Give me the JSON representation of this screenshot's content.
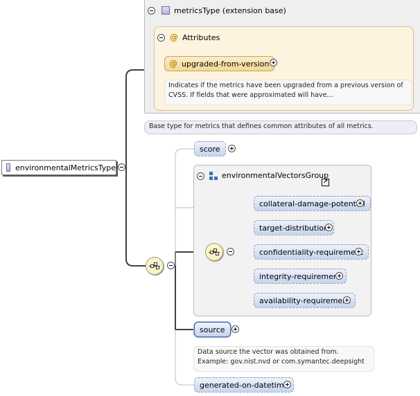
{
  "metrics_type": {
    "label": "metricsType (extension base)",
    "attributes_label": "Attributes",
    "attribute_name": "upgraded-from-version",
    "attribute_doc": "Indicates if the metrics have been upgraded from a previous version of CVSS. If fields that were approximated will have...",
    "base_doc": "Base type for metrics that defines common attributes of all metrics."
  },
  "root_element": {
    "label": "environmentalMetricsType"
  },
  "elements": {
    "score": "score",
    "group_label": "environmentalVectorsGroup",
    "group_items": [
      "collateral-damage-potential",
      "target-distribution",
      "confidentiality-requirement",
      "integrity-requirement",
      "availability-requirement"
    ],
    "source": "source",
    "source_doc_line1": "Data source the vector was obtained from.",
    "source_doc_line2": "Example: gov.nist.nvd or com.symantec.deepsight",
    "generated": "generated-on-datetime"
  },
  "colors": {
    "connector": "#404040",
    "attribute_panel": "#fdf3df",
    "element_fill": "#c5d4ee",
    "compositor_fill": "#fbf3c2"
  },
  "icons": [
    "collapse-icon",
    "expand-icon",
    "complex-type-icon",
    "attribute-icon",
    "sequence-icon",
    "group-icon",
    "link-icon"
  ]
}
